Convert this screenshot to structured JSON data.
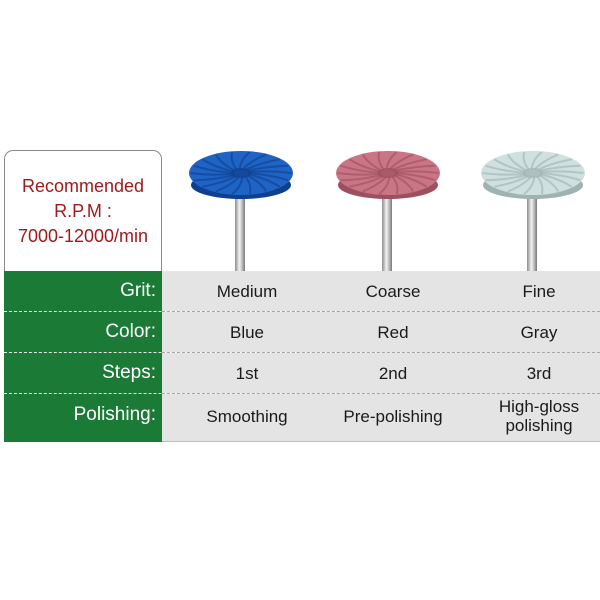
{
  "rpm": {
    "line1": "Recommended",
    "line2": "R.P.M :",
    "line3": "7000-12000/min"
  },
  "rows": [
    {
      "label": "Grit:",
      "values": [
        "Medium",
        "Coarse",
        "Fine"
      ]
    },
    {
      "label": "Color:",
      "values": [
        "Blue",
        "Red",
        "Gray"
      ]
    },
    {
      "label": "Steps:",
      "values": [
        "1st",
        "2nd",
        "3rd"
      ]
    },
    {
      "label": "Polishing:",
      "values": [
        "Smoothing",
        "Pre-polishing",
        "High-gloss polishing"
      ]
    }
  ],
  "brushes": [
    {
      "color": "Blue",
      "fill": "#1f63c4",
      "shade": "#0f3f8f"
    },
    {
      "color": "Red",
      "fill": "#c97585",
      "shade": "#9c4f5d"
    },
    {
      "color": "Gray",
      "fill": "#cfe0df",
      "shade": "#9fb3b2"
    }
  ],
  "colors": {
    "label_bg": "#1b7a35",
    "value_bg": "#e4e4e4",
    "rpm_text": "#a3191c"
  }
}
